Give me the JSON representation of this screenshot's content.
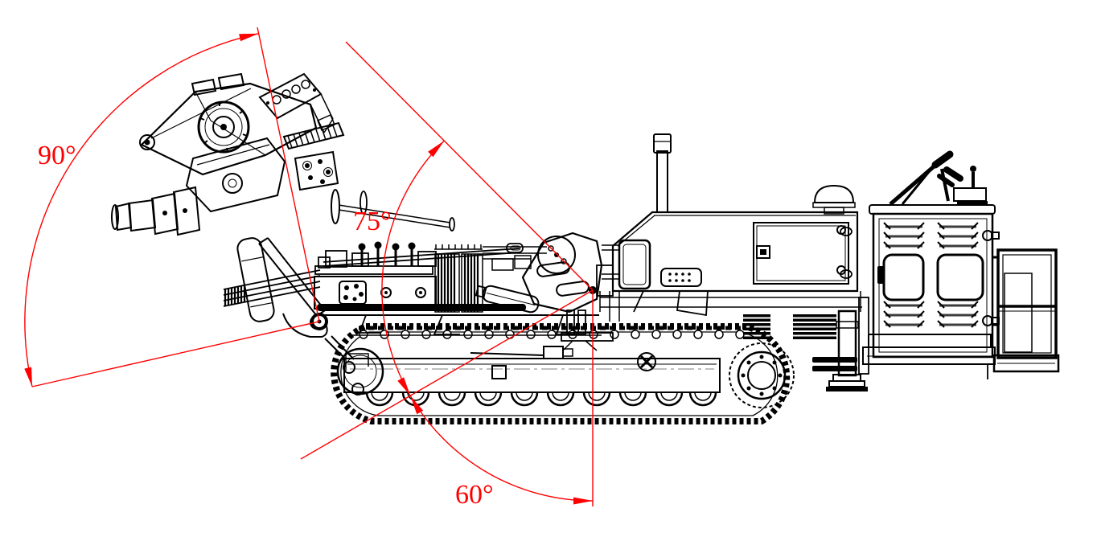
{
  "page": {
    "background": "#ffffff",
    "kind": "engineering line drawing",
    "subject": "crawler-mounted drilling rig, side elevation, boom articulation angle diagram"
  },
  "colors": {
    "line": "#000000",
    "annotation": "#ff0000",
    "louver": "#3c3c3c",
    "centerline": "#999999"
  },
  "annotations": [
    {
      "label": "90°",
      "value": 90,
      "unit": "degrees"
    },
    {
      "label": "75°",
      "value": 75,
      "unit": "degrees"
    },
    {
      "label": "60°",
      "value": 60,
      "unit": "degrees"
    }
  ]
}
